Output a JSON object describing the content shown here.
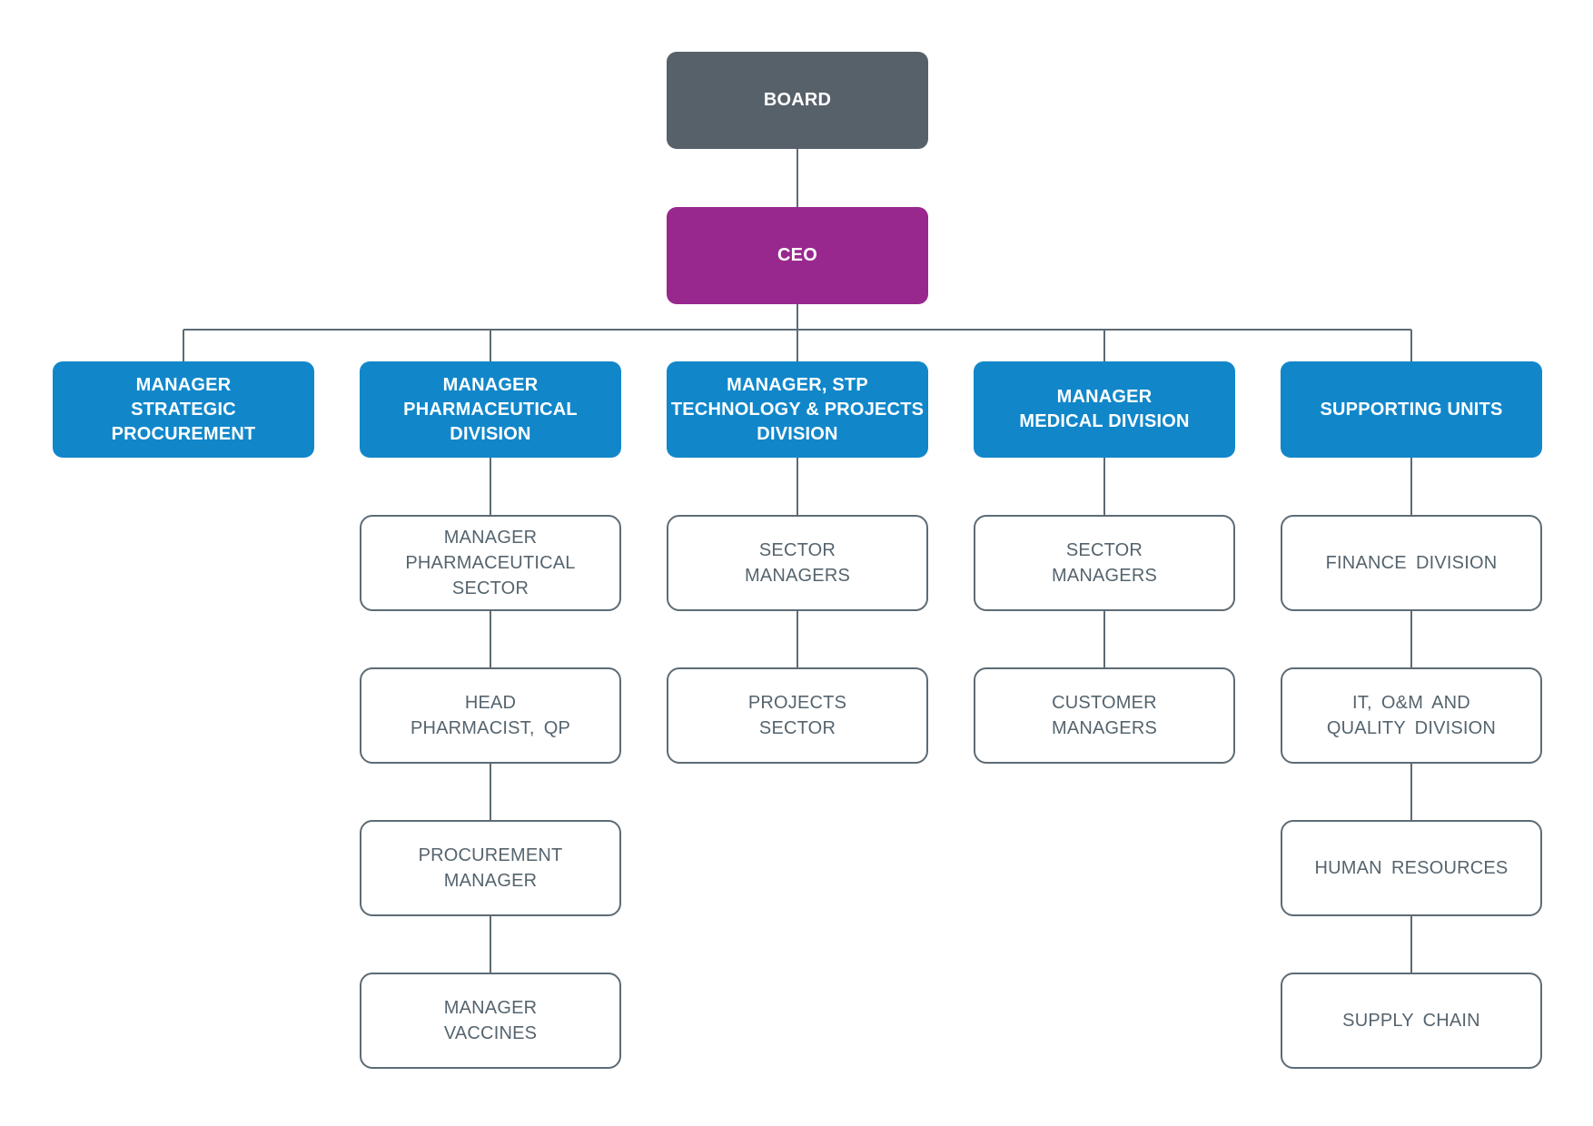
{
  "org_chart": {
    "board": "BOARD",
    "ceo": "CEO",
    "divisions": [
      {
        "label": "MANAGER\nSTRATEGIC\nPROCUREMENT"
      },
      {
        "label": "MANAGER\nPHARMACEUTICAL\nDIVISION"
      },
      {
        "label": "MANAGER, STP\nTECHNOLOGY & PROJECTS\nDIVISION"
      },
      {
        "label": "MANAGER\nMEDICAL DIVISION"
      },
      {
        "label": "SUPPORTING UNITS"
      }
    ],
    "pharmaceutical_chain": [
      "MANAGER\nPHARMACEUTICAL\nSECTOR",
      "HEAD\nPHARMACIST, QP",
      "PROCUREMENT\nMANAGER",
      "MANAGER\nVACCINES"
    ],
    "stp_chain": [
      "SECTOR\nMANAGERS",
      "PROJECTS\nSECTOR"
    ],
    "medical_chain": [
      "SECTOR\nMANAGERS",
      "CUSTOMER\nMANAGERS"
    ],
    "supporting_chain": [
      "FINANCE DIVISION",
      "IT, O&M AND\nQUALITY DIVISION",
      "HUMAN RESOURCES",
      "SUPPLY CHAIN"
    ],
    "colors": {
      "board": "#57616A",
      "ceo": "#99288E",
      "division": "#1187CA",
      "line": "#5D6B75",
      "node_text": "#55646E"
    }
  }
}
